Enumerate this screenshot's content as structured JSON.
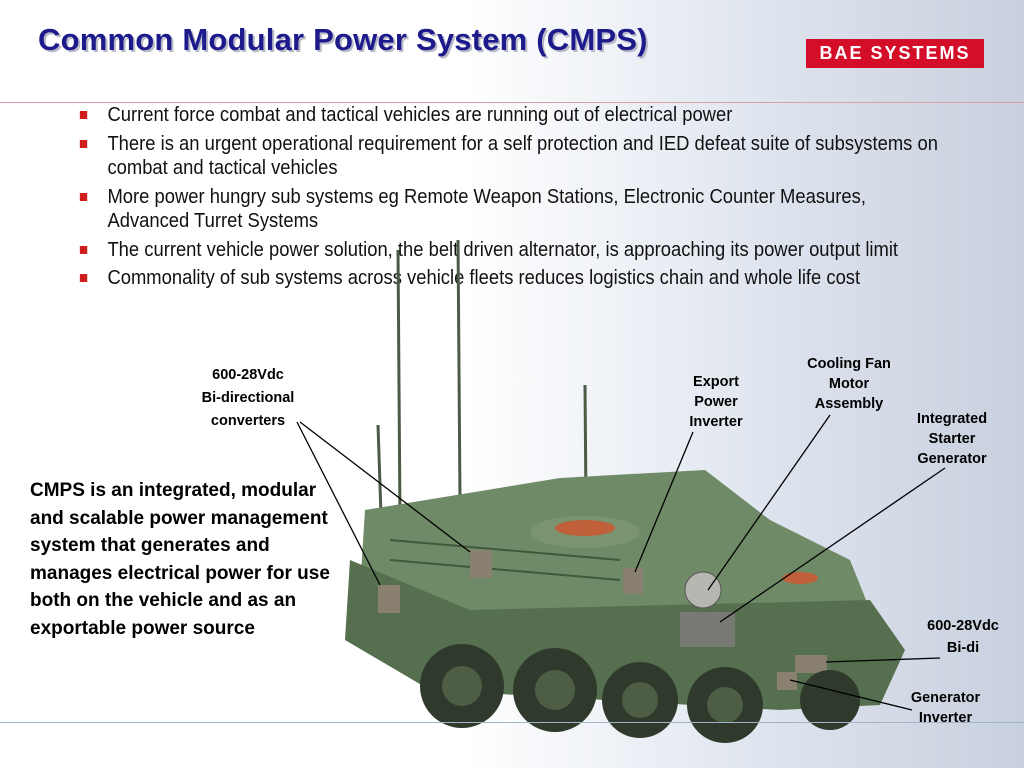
{
  "slide": {
    "title": "Common Modular Power System (CMPS)",
    "logo_text": "BAE SYSTEMS",
    "bullets": [
      "Current force combat and tactical vehicles are running out of electrical power",
      "There is an urgent operational requirement for a self protection and IED defeat suite of subsystems on combat and tactical vehicles",
      "More power hungry sub systems eg Remote Weapon Stations, Electronic Counter Measures, Advanced Turret Systems",
      "The current vehicle power solution, the belt driven alternator, is approaching its power output limit",
      "Commonality of sub systems across vehicle fleets reduces logistics chain and whole life cost"
    ],
    "description": "CMPS is an integrated, modular and scalable power management system that generates and manages electrical power for use both on the vehicle and as an exportable power source"
  },
  "labels": {
    "converters_line1": "600-28Vdc",
    "converters_line2": "Bi-directional",
    "converters_line3": "converters",
    "export_line1": "Export",
    "export_line2": "Power",
    "export_line3": "Inverter",
    "fan_line1": "Cooling Fan",
    "fan_line2": "Motor",
    "fan_line3": "Assembly",
    "isg_line1": "Integrated",
    "isg_line2": "Starter",
    "isg_line3": "Generator",
    "bidi_line1": "600-28Vdc",
    "bidi_line2": "Bi-di",
    "gen_line1": "Generator",
    "gen_line2": "Inverter"
  },
  "colors": {
    "title": "#1d1a8c",
    "logo_bg": "#d40e28",
    "bullet": "#cf1e1e",
    "vehicle": "#5e7a55"
  }
}
